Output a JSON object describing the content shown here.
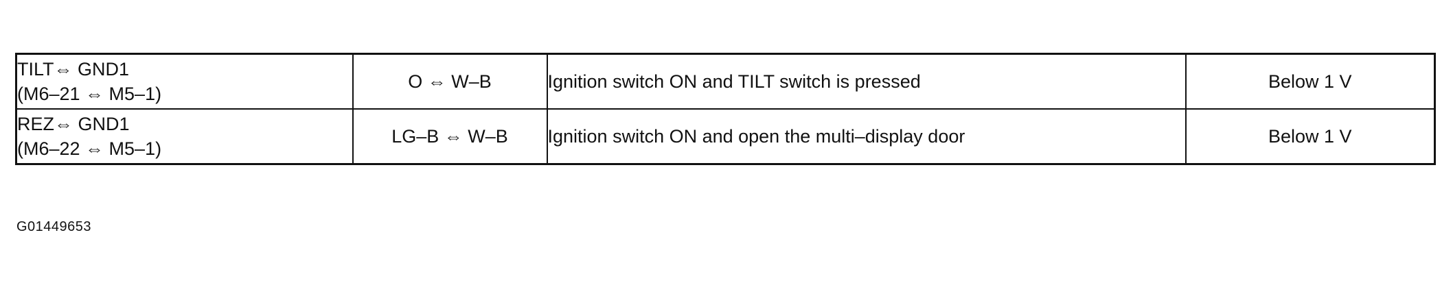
{
  "table": {
    "rows": [
      {
        "terminal_line1": "TILT⇔ GND1",
        "terminal_line2": "(M6–21 ⇔ M5–1)",
        "wire_color": "O ⇔ W–B",
        "condition": "Ignition switch ON and TILT switch is pressed",
        "specified": "Below 1 V"
      },
      {
        "terminal_line1": "REZ⇔ GND1",
        "terminal_line2": "(M6–22 ⇔ M5–1)",
        "wire_color": "LG–B ⇔ W–B",
        "condition": "Ignition switch ON and open the multi–display door",
        "specified": "Below 1 V"
      }
    ]
  },
  "figure_id": "G01449653"
}
